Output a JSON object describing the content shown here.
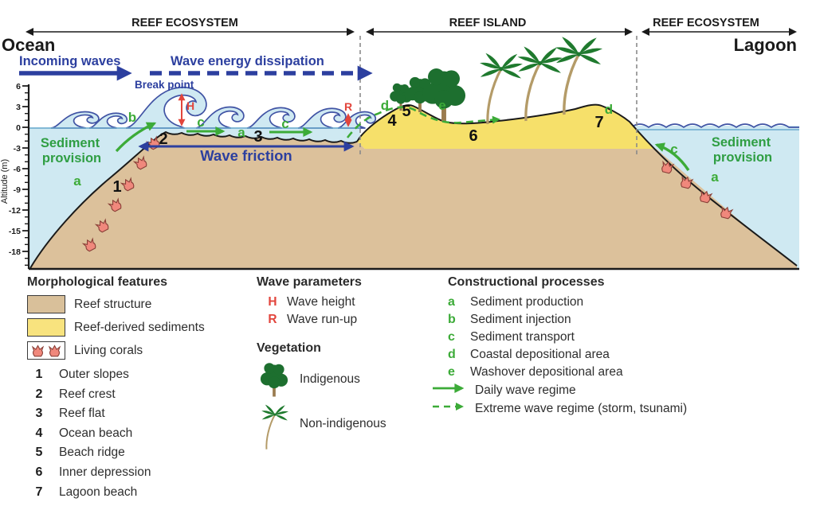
{
  "header": {
    "spans": [
      {
        "label": "REEF ECOSYSTEM"
      },
      {
        "label": "REEF ISLAND"
      },
      {
        "label": "REEF ECOSYSTEM"
      }
    ],
    "ocean": "Ocean",
    "lagoon": "Lagoon"
  },
  "annotations": {
    "incoming_waves": "Incoming waves",
    "wave_energy": "Wave energy dissipation",
    "break_point": "Break point",
    "wave_friction": "Wave friction",
    "sediment_provision": {
      "line1": "Sediment",
      "line2": "provision"
    },
    "wave_height_symbol": "H",
    "wave_runup_symbol": "R"
  },
  "axis": {
    "label": "Altitude (m)",
    "ticks": [
      "6",
      "3",
      "0",
      "-3",
      "-6",
      "-9",
      "-12",
      "-15",
      "-18"
    ]
  },
  "diagram": {
    "numbers": [
      "1",
      "2",
      "3",
      "4",
      "5",
      "6",
      "7"
    ],
    "marks": [
      {
        "t": "a"
      },
      {
        "t": "b"
      },
      {
        "t": "c"
      },
      {
        "t": "a"
      },
      {
        "t": "c"
      },
      {
        "t": "d"
      },
      {
        "t": "e"
      },
      {
        "t": "d"
      },
      {
        "t": "c"
      },
      {
        "t": "a"
      }
    ]
  },
  "legend": {
    "morphological": {
      "title": "Morphological features",
      "swatches": [
        {
          "label": "Reef structure"
        },
        {
          "label": "Reef-derived sediments"
        },
        {
          "label": "Living corals"
        }
      ],
      "features": [
        {
          "num": "1",
          "label": "Outer slopes"
        },
        {
          "num": "2",
          "label": "Reef crest"
        },
        {
          "num": "3",
          "label": "Reef flat"
        },
        {
          "num": "4",
          "label": "Ocean beach"
        },
        {
          "num": "5",
          "label": "Beach ridge"
        },
        {
          "num": "6",
          "label": "Inner depression"
        },
        {
          "num": "7",
          "label": "Lagoon beach"
        }
      ]
    },
    "wave_parameters": {
      "title": "Wave parameters",
      "items": [
        {
          "symbol": "H",
          "label": "Wave height"
        },
        {
          "symbol": "R",
          "label": "Wave run-up"
        }
      ]
    },
    "vegetation": {
      "title": "Vegetation",
      "items": [
        {
          "label": "Indigenous"
        },
        {
          "label": "Non-indigenous"
        }
      ]
    },
    "constructional": {
      "title": "Constructional processes",
      "items": [
        {
          "symbol": "a",
          "label": "Sediment production"
        },
        {
          "symbol": "b",
          "label": "Sediment injection"
        },
        {
          "symbol": "c",
          "label": "Sediment transport"
        },
        {
          "symbol": "d",
          "label": "Coastal depositional area"
        },
        {
          "symbol": "e",
          "label": "Washover depositional area"
        }
      ],
      "arrows": [
        {
          "style": "solid",
          "label": "Daily wave regime"
        },
        {
          "style": "dashed",
          "label": "Extreme wave regime (storm, tsunami)"
        }
      ]
    }
  },
  "colors": {
    "water": "#cfe9f2",
    "wave_outline": "#4053a4",
    "reef_structure": "#dcc19b",
    "reef_sediments": "#f6e06a",
    "coral_pink": "#f0887c",
    "indigenous_green": "#1d6f2f",
    "process_green": "#3cab38",
    "label_green": "#2f9e43",
    "navy": "#2c3f9f",
    "red": "#e2453c"
  }
}
